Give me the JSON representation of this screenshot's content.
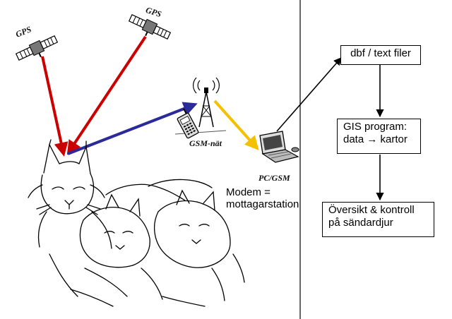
{
  "labels": {
    "gps_left": "GPS",
    "gps_right": "GPS",
    "gsm": "GSM-nät",
    "pc": "PC/GSM",
    "modem": "Modem =\nmottagarstation"
  },
  "boxes": {
    "dbf": "dbf / text filer",
    "gis": "GIS program:\ndata → kartor",
    "overview": "Översikt & kontroll\npå sändardjur"
  },
  "colors": {
    "gps_link": "#cc0000",
    "gsm_link": "#2a2a9a",
    "pc_link": "#f5c000",
    "flow": "#000000"
  },
  "icons": [
    "satellite-icon",
    "satellite-icon",
    "gsm-tower-icon",
    "mobile-phone-icon",
    "laptop-icon",
    "lynx-drawing"
  ]
}
